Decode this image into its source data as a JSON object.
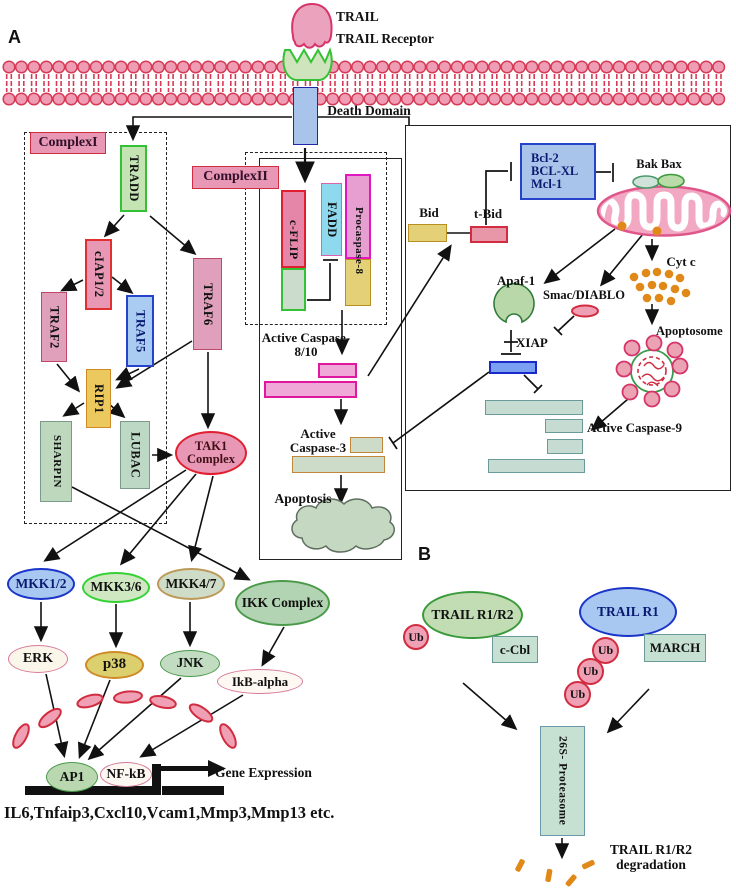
{
  "palette": {
    "pink_node": "#e897b4",
    "red_border": "#d12c3f",
    "green_fill": "#c4e4b4",
    "green_border": "#35c135",
    "blue_fill": "#a8c8f2",
    "blue_border": "#2743c9",
    "yellow_fill": "#e8cf6e",
    "orange": "#e08818",
    "sage_fill": "#c6e0d2",
    "mito_fill": "#f2a8c2",
    "mito_border": "#e0558a"
  },
  "panelA": {
    "label": "A",
    "trail": "TRAIL",
    "trailReceptor": "TRAIL Receptor",
    "deathDomain": "Death Domain",
    "complex1": "ComplexI",
    "complex2": "ComplexII",
    "tradd": "TRADD",
    "ciap": "cIAP1/2",
    "traf2": "TRAF2",
    "traf5": "TRAF5",
    "traf6": "TRAF6",
    "rip1": "RIP1",
    "sharpin": "SHARPIN",
    "lubac": "LUBAC",
    "tak1": "TAK1 Complex",
    "cflip": "c-FLIP",
    "fadd": "FADD",
    "procasp8": "Procaspase-8",
    "activeCasp810": "Active Caspase-8/10",
    "activeCasp3": "Active Caspase-3",
    "apoptosis": "Apoptosis",
    "mkk12": "MKK1/2",
    "mkk36": "MKK3/6",
    "mkk47": "MKK4/7",
    "ikk": "IKK Complex",
    "erk": "ERK",
    "p38": "p38",
    "jnk": "JNK",
    "ikb": "IkB-alpha",
    "ap1": "AP1",
    "nfkb": "NF-kB",
    "geneExpression": "Gene Expression",
    "genes": "IL6,Tnfaip3,Cxcl10,Vcam1,Mmp3,Mmp13 etc.",
    "bid": "Bid",
    "tbid": "t-Bid",
    "bcl2": "Bcl-2",
    "bclxl": "BCL-XL",
    "mcl1": "Mcl-1",
    "bakbax": "Bak Bax",
    "cytc": "Cyt c",
    "apaf1": "Apaf-1",
    "smac": "Smac/DIABLO",
    "xiap": "XIAP",
    "apoptosome": "Apoptosome",
    "activeCasp9": "Active Caspase-9"
  },
  "panelB": {
    "label": "B",
    "trailR1R2": "TRAIL R1/R2",
    "trailR1": "TRAIL R1",
    "ub": "Ub",
    "ccbl": "c-Cbl",
    "march": "MARCH",
    "proteasome": "26S- Proteasome",
    "degradation": "TRAIL R1/R2 degradation"
  }
}
